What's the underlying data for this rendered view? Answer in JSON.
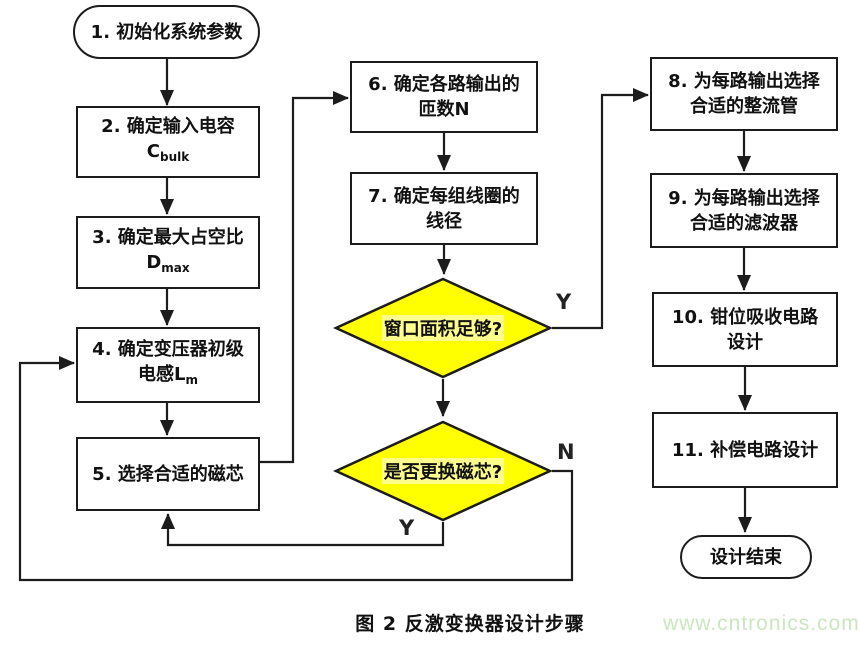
{
  "figure": {
    "caption": "图 2 反激变换器设计步骤",
    "watermark": "www.cntronics.com"
  },
  "colors": {
    "decision_fill": "#ffff00",
    "line": "#1c1c1c",
    "watermark_green": "#cce6c0"
  },
  "nodes": {
    "start": "1. 初始化系统参数",
    "n2": {
      "line1": "2. 确定输入电容",
      "sym": "C",
      "sub": "bulk"
    },
    "n3": {
      "line1": "3. 确定最大占空比",
      "sym": "D",
      "sub": "max"
    },
    "n4": {
      "line1": "4. 确定变压器初级",
      "line2": "电感L",
      "sub": "m"
    },
    "n5": "5. 选择合适的磁芯",
    "n6": {
      "line1": "6. 确定各路输出的",
      "line2": "匝数N"
    },
    "n7": {
      "line1": "7. 确定每组线圈的",
      "line2": "线径"
    },
    "d1": "窗口面积足够?",
    "d2": "是否更换磁芯?",
    "n8": {
      "line1": "8. 为每路输出选择",
      "line2": "合适的整流管"
    },
    "n9": {
      "line1": "9. 为每路输出选择",
      "line2": "合适的滤波器"
    },
    "n10": {
      "line1": "10. 钳位吸收电路",
      "line2": "设计"
    },
    "n11": "11. 补偿电路设计",
    "end": "设计结束"
  },
  "edge_labels": {
    "d1_yes": "Y",
    "d2_no": "N",
    "d2_yes": "Y"
  }
}
